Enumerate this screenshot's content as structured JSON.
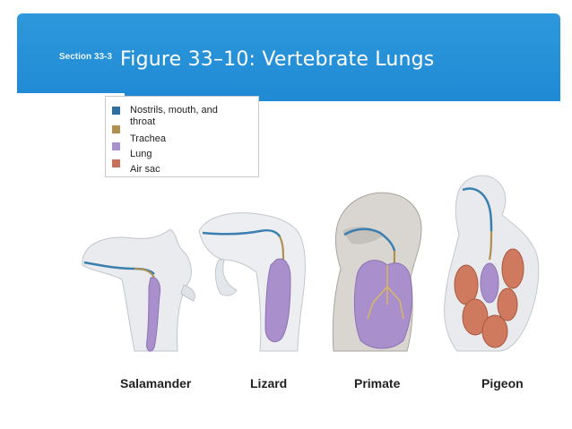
{
  "header": {
    "section": "Section 33-3",
    "title": "Figure 33–10: Vertebrate Lungs",
    "banner_color": "#2394db"
  },
  "legend": {
    "items": [
      {
        "label": "Nostrils, mouth, and throat",
        "line1": "Nostrils, mouth, and",
        "line2": "throat",
        "color": "#2b6f9e"
      },
      {
        "label": "Trachea",
        "color": "#b18f4f"
      },
      {
        "label": "Lung",
        "color": "#a98fcb"
      },
      {
        "label": "Air sac",
        "color": "#c8705a"
      }
    ]
  },
  "animals": [
    "Salamander",
    "Lizard",
    "Primate",
    "Pigeon"
  ]
}
